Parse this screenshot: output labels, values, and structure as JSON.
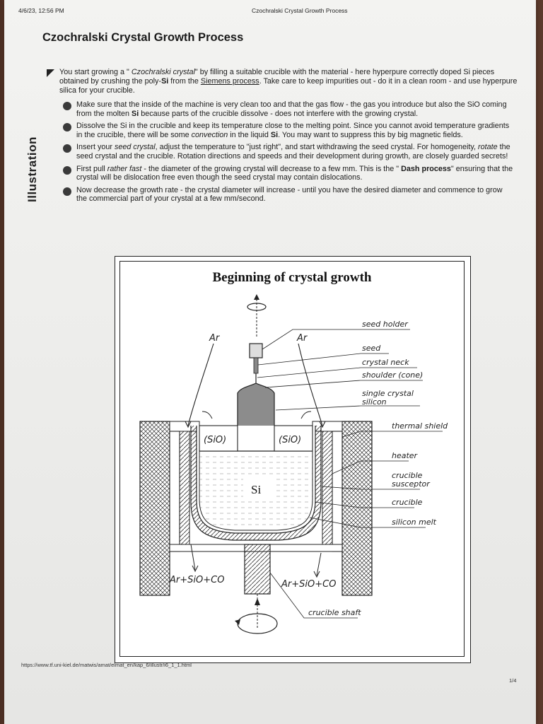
{
  "header": {
    "date": "4/6/23, 12:56 PM",
    "doc_title": "Czochralski Crystal Growth Process"
  },
  "page": {
    "title": "Czochralski Crystal Growth Process",
    "side_label": "Illustration",
    "intro": {
      "t1": "You start growing a \" ",
      "t2": "Czochralski crystal",
      "t3": "\" by filling a suitable crucible with the material - here hyperpure correctly doped Si pieces obtained by crushing the poly-",
      "t4": "Si",
      "t5": " from the ",
      "t6": "Siemens process",
      "t7": ". Take care to keep impurities out - do it in a clean room - and use hyperpure silica for your crucible."
    },
    "bullets": [
      {
        "a": "Make sure that the inside of the machine is very clean too and that the gas flow - the gas you introduce but also the SiO coming from the molten ",
        "b": "Si",
        "c": " because parts of the crucible dissolve - does not interfere with the growing crystal."
      },
      {
        "a": "Dissolve the Si in the crucible and keep its temperature close to the melting point. Since you cannot avoid temperature gradients in the crucible, there will be some ",
        "b": "convection",
        "c": " in the liquid ",
        "d": "Si",
        "e": ". You may want to suppress this by big magnetic fields."
      },
      {
        "a": "Insert your ",
        "b": "seed crystal",
        "c": ", adjust the temperature to \"just right\", and start withdrawing the seed crystal. For homogeneity, ",
        "d": "rotate",
        "e": " the seed crystal and the crucible. Rotation directions and speeds and their development during growth, are closely guarded secrets!"
      },
      {
        "a": "First pull ",
        "b": "rather fast",
        "c": " - the diameter of the growing crystal will decrease to a few mm. This is the \" ",
        "d": "Dash process",
        "e": "\" ensuring that the crystal will be dislocation free even though the seed crystal may contain dislocations."
      },
      {
        "a": "Now decrease the growth rate - the crystal diameter will increase - until you have the desired diameter and commence to grow the commercial part of your crystal at a few mm/second."
      }
    ],
    "footer_url": "https://www.tf.uni-kiel.de/matwis/amat/elmat_en/kap_6/illustr/i6_1_1.html",
    "page_number": "1/4"
  },
  "figure": {
    "title": "Beginning of crystal growth",
    "labels": {
      "ar_left": "Ar",
      "ar_right": "Ar",
      "seed_holder": "seed holder",
      "seed": "seed",
      "crystal_neck": "crystal neck",
      "shoulder": "shoulder (cone)",
      "single_crystal_1": "single crystal",
      "single_crystal_2": "silicon",
      "thermal_shield": "thermal shield",
      "heater": "heater",
      "susceptor_1": "crucible",
      "susceptor_2": "susceptor",
      "crucible": "crucible",
      "silicon_melt": "silicon melt",
      "sio_left": "(SiO)",
      "sio_right": "(SiO)",
      "si": "Si",
      "exhaust_left": "Ar+SiO+CO",
      "exhaust_right": "Ar+SiO+CO",
      "crucible_shaft": "crucible shaft"
    }
  }
}
